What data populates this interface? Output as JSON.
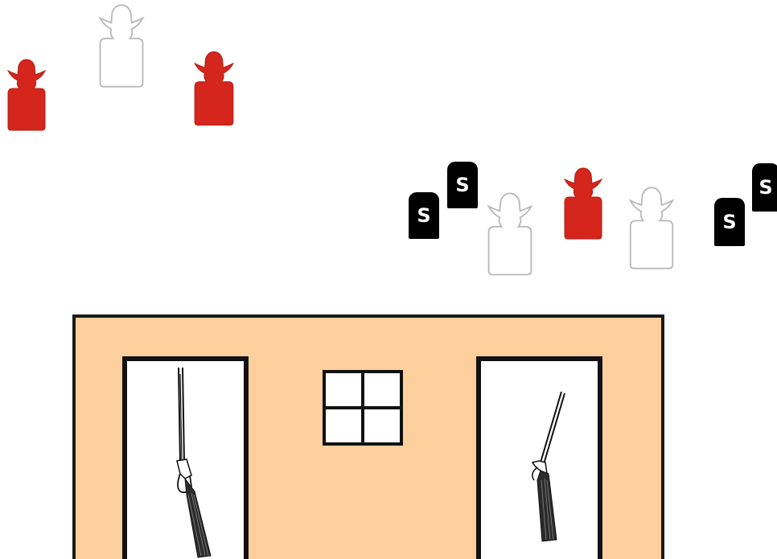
{
  "colors": {
    "shoot_target": "#d4261c",
    "no_shoot_target_fill": "#ffffff",
    "no_shoot_target_outline": "#b9b9b9",
    "steel_plate": "#000000",
    "steel_letter": "#ffffff",
    "building_wall": "#fdcf9c",
    "outline": "#111111"
  },
  "targets": [
    {
      "kind": "shoot",
      "color": "red"
    },
    {
      "kind": "no-shoot",
      "color": "white"
    },
    {
      "kind": "shoot",
      "color": "red"
    },
    {
      "kind": "no-shoot",
      "color": "white"
    },
    {
      "kind": "shoot",
      "color": "red"
    },
    {
      "kind": "no-shoot",
      "color": "white"
    }
  ],
  "steel_plates": [
    {
      "label": "S"
    },
    {
      "label": "S"
    },
    {
      "label": "S"
    },
    {
      "label": "S"
    }
  ],
  "building": {
    "doors": [
      {
        "icon": "lever-action-rifle-icon"
      },
      {
        "icon": "double-barrel-shotgun-icon"
      }
    ],
    "window": {
      "panes": 4
    }
  }
}
